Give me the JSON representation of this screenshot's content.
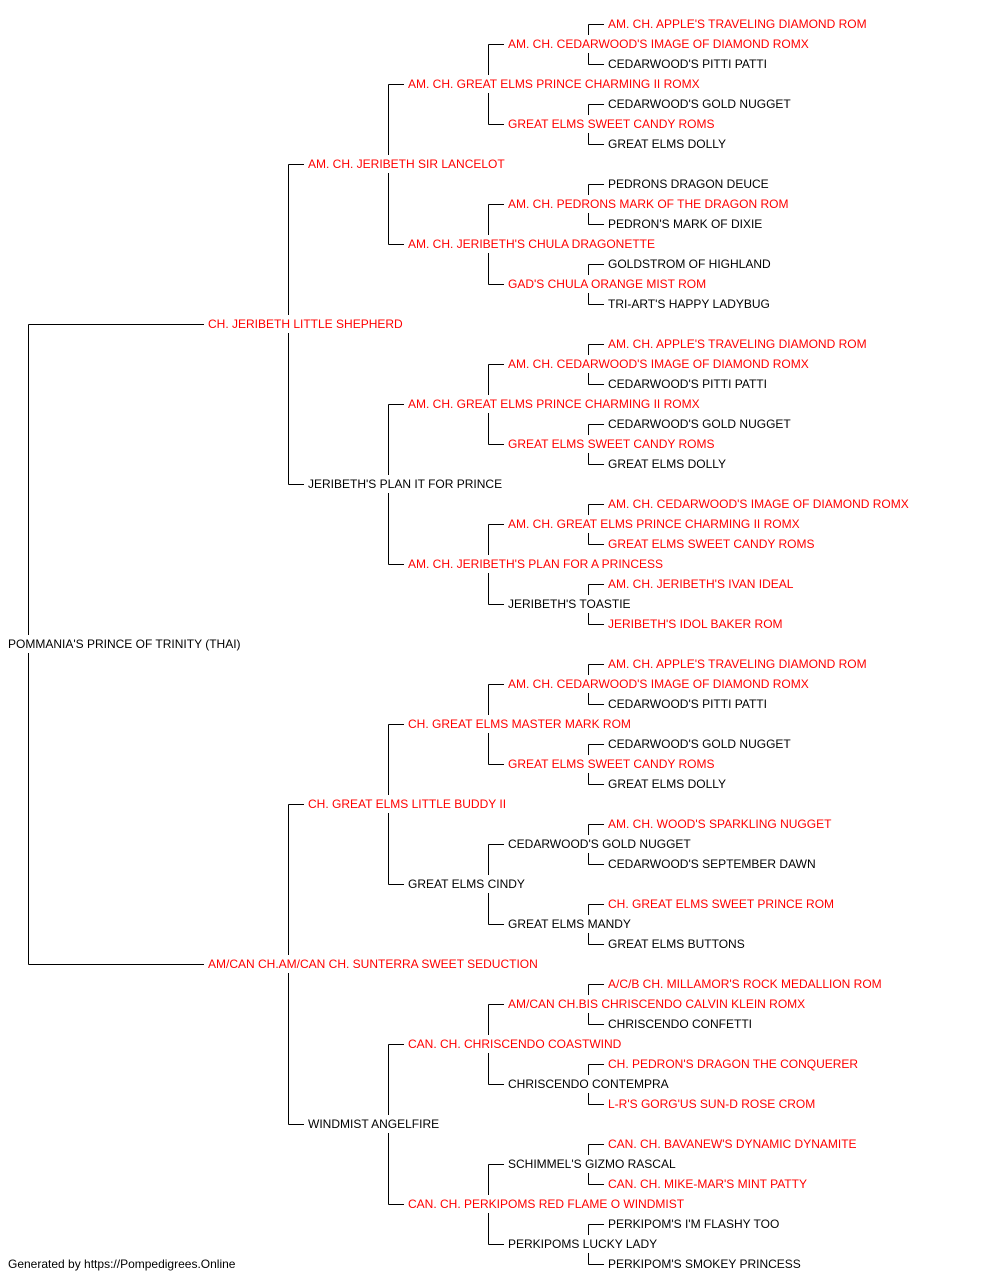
{
  "colors": {
    "titled": "#ff0000",
    "plain": "#000000",
    "line": "#000000"
  },
  "subject": {
    "name": "POMMANIA'S PRINCE OF TRINITY (THAI)",
    "titled": false
  },
  "sire": {
    "name": "CH. JERIBETH LITTLE SHEPHERD",
    "titled": true,
    "sire": {
      "name": "AM. CH. JERIBETH SIR LANCELOT",
      "titled": true,
      "sire": {
        "name": "AM. CH. GREAT ELMS PRINCE CHARMING II ROMX",
        "titled": true,
        "sire": {
          "name": "AM. CH. CEDARWOOD'S IMAGE OF DIAMOND ROMX",
          "titled": true,
          "sire": {
            "name": "AM. CH. APPLE'S TRAVELING DIAMOND ROM",
            "titled": true
          },
          "dam": {
            "name": "CEDARWOOD'S PITTI PATTI",
            "titled": false
          }
        },
        "dam": {
          "name": "GREAT ELMS SWEET CANDY ROMS",
          "titled": true,
          "sire": {
            "name": "CEDARWOOD'S GOLD NUGGET",
            "titled": false
          },
          "dam": {
            "name": "GREAT ELMS DOLLY",
            "titled": false
          }
        }
      },
      "dam": {
        "name": "AM. CH. JERIBETH'S CHULA DRAGONETTE",
        "titled": true,
        "sire": {
          "name": "AM. CH. PEDRONS MARK OF THE DRAGON ROM",
          "titled": true,
          "sire": {
            "name": "PEDRONS DRAGON DEUCE",
            "titled": false
          },
          "dam": {
            "name": "PEDRON'S MARK OF DIXIE",
            "titled": false
          }
        },
        "dam": {
          "name": "GAD'S CHULA ORANGE MIST ROM",
          "titled": true,
          "sire": {
            "name": "GOLDSTROM OF HIGHLAND",
            "titled": false
          },
          "dam": {
            "name": "TRI-ART'S HAPPY LADYBUG",
            "titled": false
          }
        }
      }
    },
    "dam": {
      "name": "JERIBETH'S PLAN IT FOR PRINCE",
      "titled": false,
      "sire": {
        "name": "AM. CH. GREAT ELMS PRINCE CHARMING II ROMX",
        "titled": true,
        "sire": {
          "name": "AM. CH. CEDARWOOD'S IMAGE OF DIAMOND ROMX",
          "titled": true,
          "sire": {
            "name": "AM. CH. APPLE'S TRAVELING DIAMOND ROM",
            "titled": true
          },
          "dam": {
            "name": "CEDARWOOD'S PITTI PATTI",
            "titled": false
          }
        },
        "dam": {
          "name": "GREAT ELMS SWEET CANDY ROMS",
          "titled": true,
          "sire": {
            "name": "CEDARWOOD'S GOLD NUGGET",
            "titled": false
          },
          "dam": {
            "name": "GREAT ELMS DOLLY",
            "titled": false
          }
        }
      },
      "dam": {
        "name": "AM. CH. JERIBETH'S PLAN FOR A PRINCESS",
        "titled": true,
        "sire": {
          "name": "AM. CH. GREAT ELMS PRINCE CHARMING II ROMX",
          "titled": true,
          "sire": {
            "name": "AM. CH. CEDARWOOD'S IMAGE OF DIAMOND ROMX",
            "titled": true
          },
          "dam": {
            "name": "GREAT ELMS SWEET CANDY ROMS",
            "titled": true
          }
        },
        "dam": {
          "name": "JERIBETH'S TOASTIE",
          "titled": false,
          "sire": {
            "name": "AM. CH. JERIBETH'S IVAN IDEAL",
            "titled": true
          },
          "dam": {
            "name": "JERIBETH'S IDOL BAKER ROM",
            "titled": true
          }
        }
      }
    }
  },
  "dam": {
    "name": "AM/CAN CH.AM/CAN CH. SUNTERRA SWEET SEDUCTION",
    "titled": true,
    "sire": {
      "name": "CH. GREAT ELMS LITTLE BUDDY II",
      "titled": true,
      "sire": {
        "name": "CH. GREAT ELMS MASTER MARK ROM",
        "titled": true,
        "sire": {
          "name": "AM. CH. CEDARWOOD'S IMAGE OF DIAMOND ROMX",
          "titled": true,
          "sire": {
            "name": "AM. CH. APPLE'S TRAVELING DIAMOND ROM",
            "titled": true
          },
          "dam": {
            "name": "CEDARWOOD'S PITTI PATTI",
            "titled": false
          }
        },
        "dam": {
          "name": "GREAT ELMS SWEET CANDY ROMS",
          "titled": true,
          "sire": {
            "name": "CEDARWOOD'S GOLD NUGGET",
            "titled": false
          },
          "dam": {
            "name": "GREAT ELMS DOLLY",
            "titled": false
          }
        }
      },
      "dam": {
        "name": "GREAT ELMS CINDY",
        "titled": false,
        "sire": {
          "name": "CEDARWOOD'S GOLD NUGGET",
          "titled": false,
          "sire": {
            "name": "AM. CH. WOOD'S SPARKLING NUGGET",
            "titled": true
          },
          "dam": {
            "name": "CEDARWOOD'S SEPTEMBER DAWN",
            "titled": false
          }
        },
        "dam": {
          "name": "GREAT ELMS MANDY",
          "titled": false,
          "sire": {
            "name": "CH. GREAT ELMS SWEET PRINCE ROM",
            "titled": true
          },
          "dam": {
            "name": "GREAT ELMS BUTTONS",
            "titled": false
          }
        }
      }
    },
    "dam": {
      "name": "WINDMIST ANGELFIRE",
      "titled": false,
      "sire": {
        "name": "CAN. CH. CHRISCENDO COASTWIND",
        "titled": true,
        "sire": {
          "name": "AM/CAN CH.BIS CHRISCENDO CALVIN KLEIN ROMX",
          "titled": true,
          "sire": {
            "name": "A/C/B CH. MILLAMOR'S ROCK MEDALLION ROM",
            "titled": true
          },
          "dam": {
            "name": "CHRISCENDO CONFETTI",
            "titled": false
          }
        },
        "dam": {
          "name": "CHRISCENDO CONTEMPRA",
          "titled": false,
          "sire": {
            "name": "CH. PEDRON'S DRAGON THE CONQUERER",
            "titled": true
          },
          "dam": {
            "name": "L-R'S GORG'US SUN-D ROSE CROM",
            "titled": true
          }
        }
      },
      "dam": {
        "name": "CAN. CH. PERKIPOMS RED FLAME O WINDMIST",
        "titled": true,
        "sire": {
          "name": "SCHIMMEL'S GIZMO RASCAL",
          "titled": false,
          "sire": {
            "name": "CAN. CH. BAVANEW'S DYNAMIC DYNAMITE",
            "titled": true
          },
          "dam": {
            "name": "CAN. CH. MIKE-MAR'S MINT PATTY",
            "titled": true
          }
        },
        "dam": {
          "name": "PERKIPOMS LUCKY LADY",
          "titled": false,
          "sire": {
            "name": "PERKIPOM'S I'M FLASHY TOO",
            "titled": false
          },
          "dam": {
            "name": "PERKIPOM'S SMOKEY PRINCESS",
            "titled": false
          }
        }
      }
    }
  },
  "footer": {
    "text": "Generated by https://Pompedigrees.Online"
  }
}
